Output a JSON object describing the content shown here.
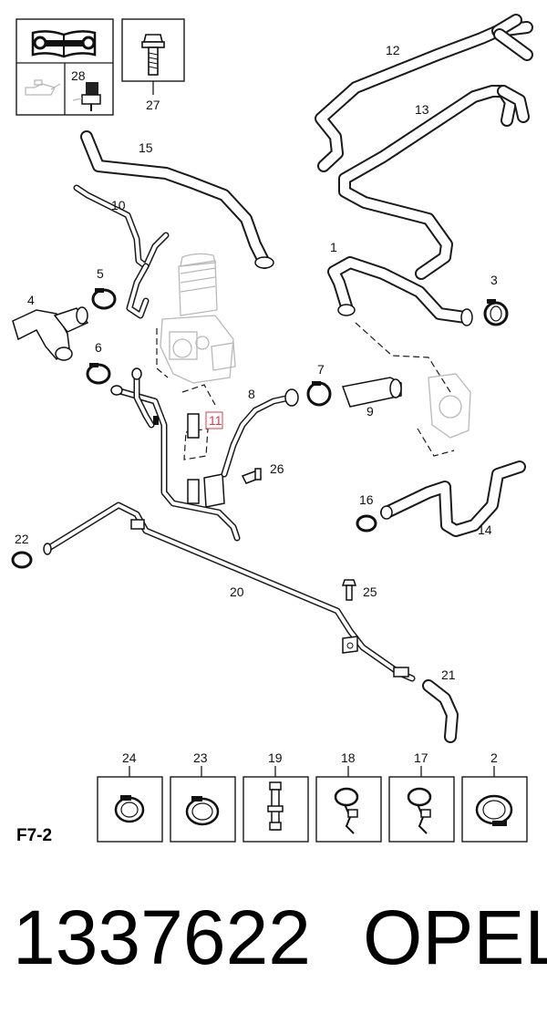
{
  "diagram": {
    "callouts": {
      "c1": "1",
      "c2": "2",
      "c3": "3",
      "c4": "4",
      "c5": "5",
      "c6": "6",
      "c7": "7",
      "c8": "8",
      "c9": "9",
      "c10": "10",
      "c11": "11",
      "c12": "12",
      "c13": "13",
      "c14": "14",
      "c15": "15",
      "c16": "16",
      "c17": "17",
      "c18": "18",
      "c19": "19",
      "c20": "20",
      "c21": "21",
      "c22": "22",
      "c23": "23",
      "c24": "24",
      "c25": "25",
      "c26": "26",
      "c27": "27",
      "c28": "28"
    },
    "highlight_color": "#d2414a",
    "section_code": "F7-2"
  },
  "footer": {
    "part_number": "1337622",
    "brand": "OPEL"
  }
}
